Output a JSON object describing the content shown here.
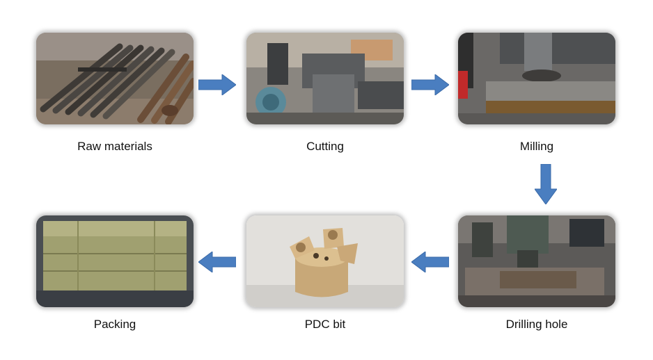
{
  "steps": [
    {
      "id": "raw",
      "label": "Raw materials"
    },
    {
      "id": "cutting",
      "label": "Cutting"
    },
    {
      "id": "milling",
      "label": "Milling"
    },
    {
      "id": "drilling",
      "label": "Drilling hole"
    },
    {
      "id": "pdc",
      "label": "PDC bit"
    },
    {
      "id": "packing",
      "label": "Packing"
    }
  ],
  "colors": {
    "arrow": "#4a7ec0",
    "arrow_edge": "#3a6aa8"
  },
  "icons": {
    "arrow_right": "arrow-right-icon",
    "arrow_down": "arrow-down-icon",
    "arrow_left": "arrow-left-icon"
  }
}
